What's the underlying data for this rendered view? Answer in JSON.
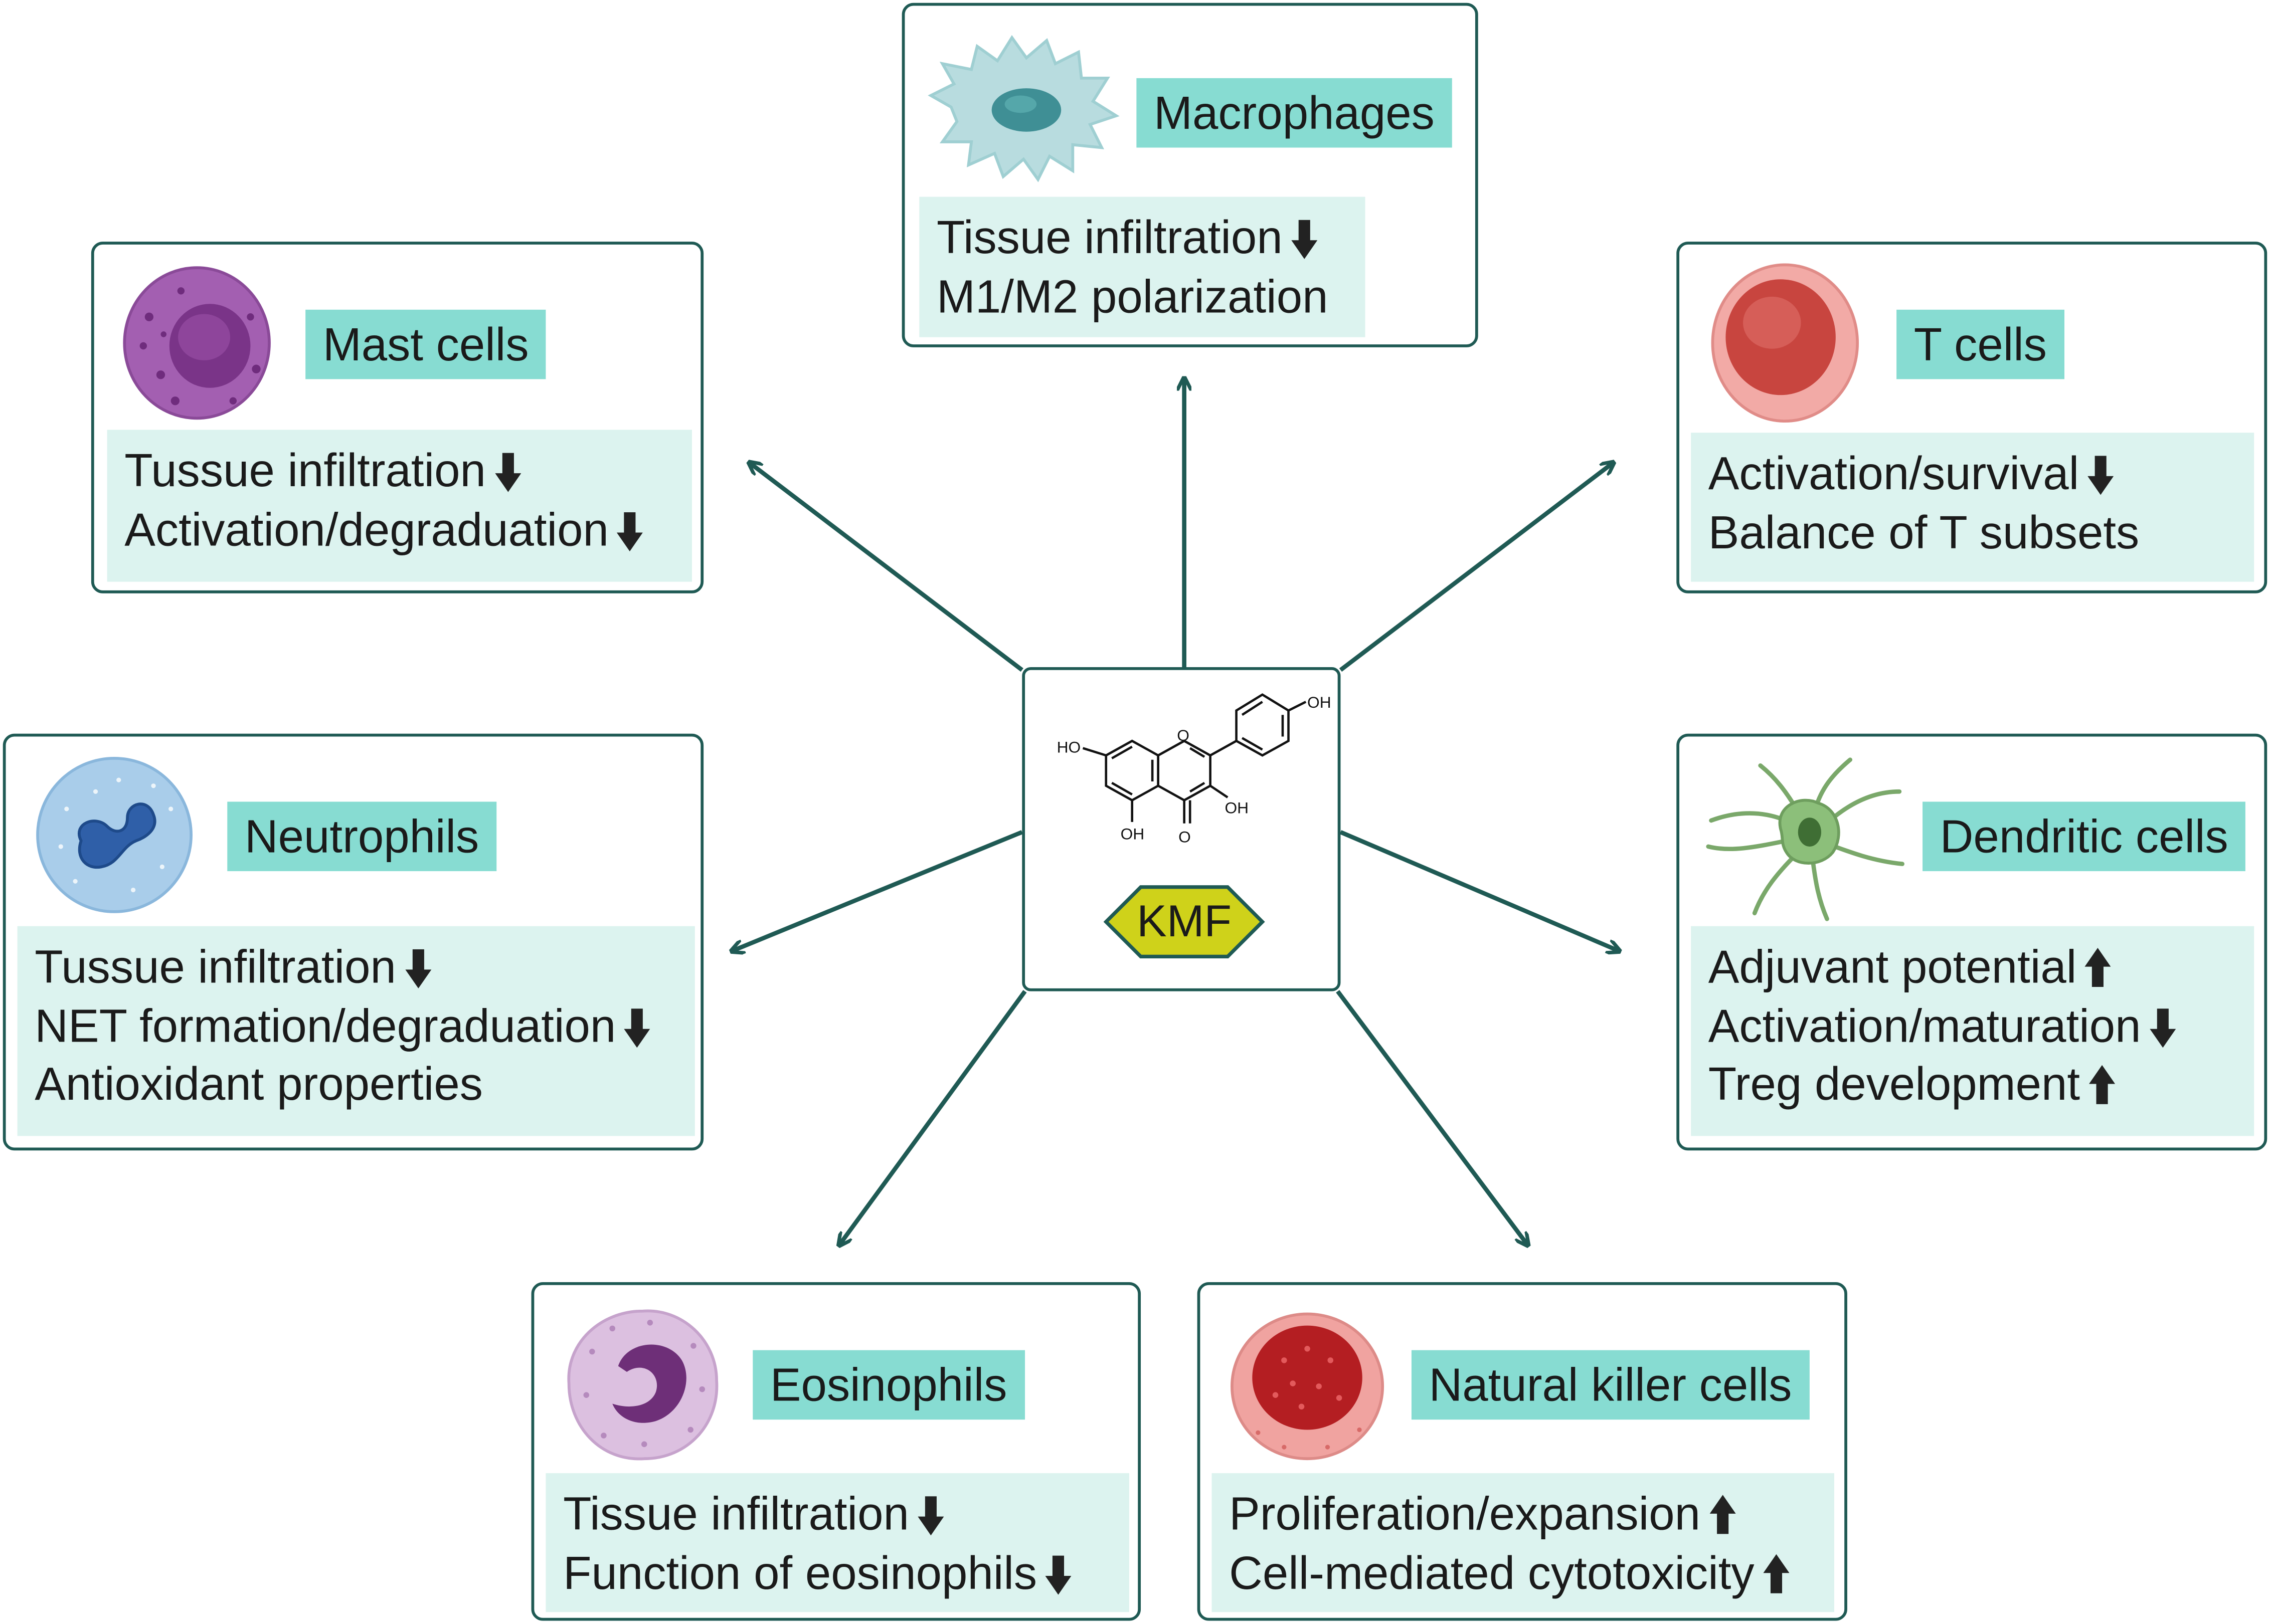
{
  "colors": {
    "border": "#1f5a54",
    "label_bg": "#87dcd2",
    "effects_bg": "#dcf3ef",
    "arrow": "#1f5a54",
    "kmf_fill": "#cfd21a"
  },
  "center": {
    "label": "KMF",
    "structure_labels": {
      "ho": "HO",
      "oh": "OH",
      "o": "O"
    }
  },
  "cards": {
    "macrophages": {
      "icon": "macrophage-icon",
      "name": "Macrophages",
      "effects": [
        {
          "text": "Tissue infiltration",
          "arrow": "down"
        },
        {
          "text": "M1/M2 polarization",
          "arrow": "none"
        }
      ]
    },
    "mast": {
      "icon": "mast-cell-icon",
      "name": "Mast cells",
      "effects": [
        {
          "text": "Tussue infiltration",
          "arrow": "down"
        },
        {
          "text": "Activation/degraduation",
          "arrow": "down"
        }
      ]
    },
    "tcells": {
      "icon": "t-cell-icon",
      "name": "T cells",
      "effects": [
        {
          "text": "Activation/survival",
          "arrow": "down"
        },
        {
          "text": "Balance of T subsets",
          "arrow": "none"
        }
      ]
    },
    "neutrophils": {
      "icon": "neutrophil-icon",
      "name": "Neutrophils",
      "effects": [
        {
          "text": "Tussue infiltration",
          "arrow": "down"
        },
        {
          "text": "NET formation/degraduation",
          "arrow": "down"
        },
        {
          "text": "Antioxidant properties",
          "arrow": "none"
        }
      ]
    },
    "dendritic": {
      "icon": "dendritic-cell-icon",
      "name": "Dendritic cells",
      "effects": [
        {
          "text": "Adjuvant potential",
          "arrow": "up"
        },
        {
          "text": "Activation/maturation",
          "arrow": "down"
        },
        {
          "text": "Treg development",
          "arrow": "up"
        }
      ]
    },
    "eosinophils": {
      "icon": "eosinophil-icon",
      "name": "Eosinophils",
      "effects": [
        {
          "text": "Tissue infiltration",
          "arrow": "down"
        },
        {
          "text": "Function of eosinophils",
          "arrow": "down"
        }
      ]
    },
    "nk": {
      "icon": "nk-cell-icon",
      "name": "Natural killer cells",
      "effects": [
        {
          "text": "Proliferation/expansion",
          "arrow": "up"
        },
        {
          "text": "Cell-mediated cytotoxicity",
          "arrow": "up"
        }
      ]
    }
  }
}
